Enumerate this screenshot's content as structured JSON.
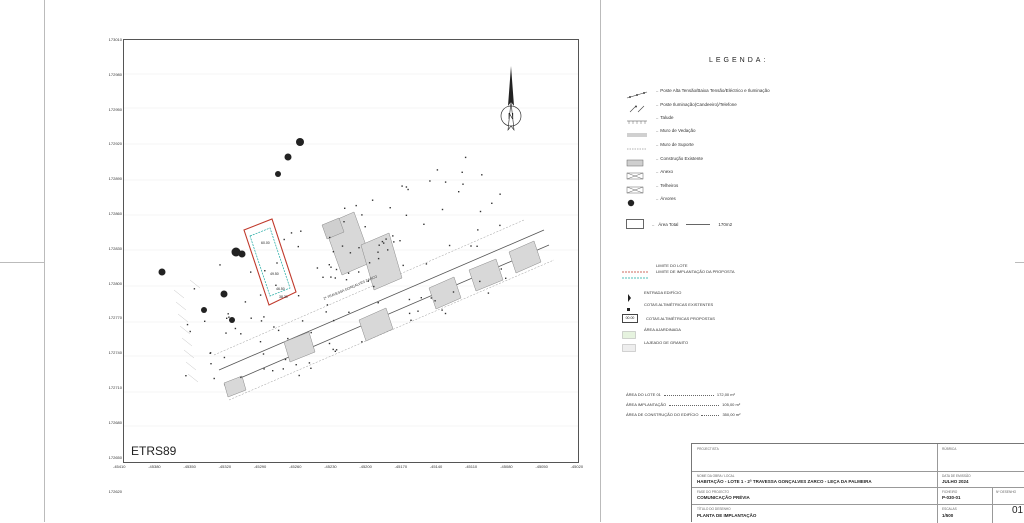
{
  "map": {
    "watermark_label": "ETRS89",
    "y_ticks": [
      "173010",
      "172980",
      "172950",
      "172920",
      "172890",
      "172860",
      "172830",
      "172800",
      "172770",
      "172740",
      "172710",
      "172680",
      "172650",
      "172620"
    ],
    "x_ticks": [
      "-45410",
      "-45380",
      "-45350",
      "-45320",
      "-45290",
      "-45260",
      "-45230",
      "-45200",
      "-45170",
      "-45140",
      "-45110",
      "-45080",
      "-45050",
      "-45020"
    ],
    "lot_labels": [
      "60.00",
      "49.50",
      "46.50",
      "38.30"
    ],
    "street_label": "2ª TRAVESSA GONÇALVES ZARCO"
  },
  "legend": {
    "title": "LEGENDA:",
    "items": [
      {
        "icon": "power-pole-icon",
        "text": "Poste Alta Tensão/Baixa Tensão/Eléctrico e Iluminação"
      },
      {
        "icon": "lamp-post-icon",
        "text": "Poste Iluminação(Candeeiro)/Telefone"
      },
      {
        "icon": "slope-icon",
        "text": "Talude"
      },
      {
        "icon": "fence-wall-icon",
        "text": "Muro de Vedação"
      },
      {
        "icon": "support-wall-icon",
        "text": "Muro de Suporte"
      },
      {
        "icon": "existing-building-icon",
        "text": "Construção Existente"
      },
      {
        "icon": "annex-icon",
        "text": "Anexo"
      },
      {
        "icon": "shed-icon",
        "text": "Telheiros"
      },
      {
        "icon": "tree-icon",
        "text": "Árvores"
      }
    ],
    "total_area_label": "Área Total",
    "total_area_value": "170m2",
    "proposal_items": [
      {
        "icon": "lot-limit-icon",
        "text": "LIMITE DO LOTE"
      },
      {
        "icon": "implantation-limit-icon",
        "text": "LIMITE DE IMPLANTAÇÃO DA PROPOSTA"
      },
      {
        "icon": "entrance-icon",
        "text": "ENTRADA EDIFÍCIO"
      },
      {
        "icon": "existing-elevation-icon",
        "text": "COTAS ALTIMÉTRICAS EXISTENTES"
      },
      {
        "icon": "proposed-elevation-icon",
        "text": "COTAS ALTIMÉTRICAS PROPOSTAS",
        "badge": "00.00"
      },
      {
        "icon": "garden-area-icon",
        "text": "ÁREA AJARDINADA"
      },
      {
        "icon": "granite-paving-icon",
        "text": "LAJEADO DE GRANITO"
      }
    ],
    "areas": [
      {
        "label": "ÁREA DO LOTE 01",
        "value": "172,00 m²"
      },
      {
        "label": "ÁREA IMPLANTAÇÃO",
        "value": "105,00 m²"
      },
      {
        "label": "ÁREA DE CONSTRUÇÃO DO EDIFÍCIO",
        "value": "350,00 m²"
      }
    ]
  },
  "titleblock": {
    "project_label": "PROJECTISTA",
    "project_value": "",
    "sig_label": "RÚBRICA",
    "work_label": "NOME DA OBRA / LOCAL",
    "work_value": "HABITAÇÃO - LOTE 1 - 2ª TRAVESSA GONÇALVES ZARCO - LEÇA DA PALMEIRA",
    "date_label": "DATA DE EMISSÃO",
    "date_value": "JULHO 2024",
    "phase_label": "FASE DO PROJECTO",
    "phase_value": "COMUNICAÇÃO PRÉVIA",
    "file_label": "FICHEIRO",
    "file_value": "P-030-01",
    "sheet_label": "Nº DESENHO",
    "sheet_value": "01",
    "drawing_label": "TÍTULO DO DESENHO",
    "drawing_value": "PLANTA DE IMPLANTAÇÃO",
    "scale_label": "ESCALAS",
    "scale_value": "1/500"
  },
  "colors": {
    "lot_limit": "#c0392b",
    "implantation_limit": "#1aa7a0",
    "garden": "#e6f3df",
    "paving": "#eeeeee"
  }
}
